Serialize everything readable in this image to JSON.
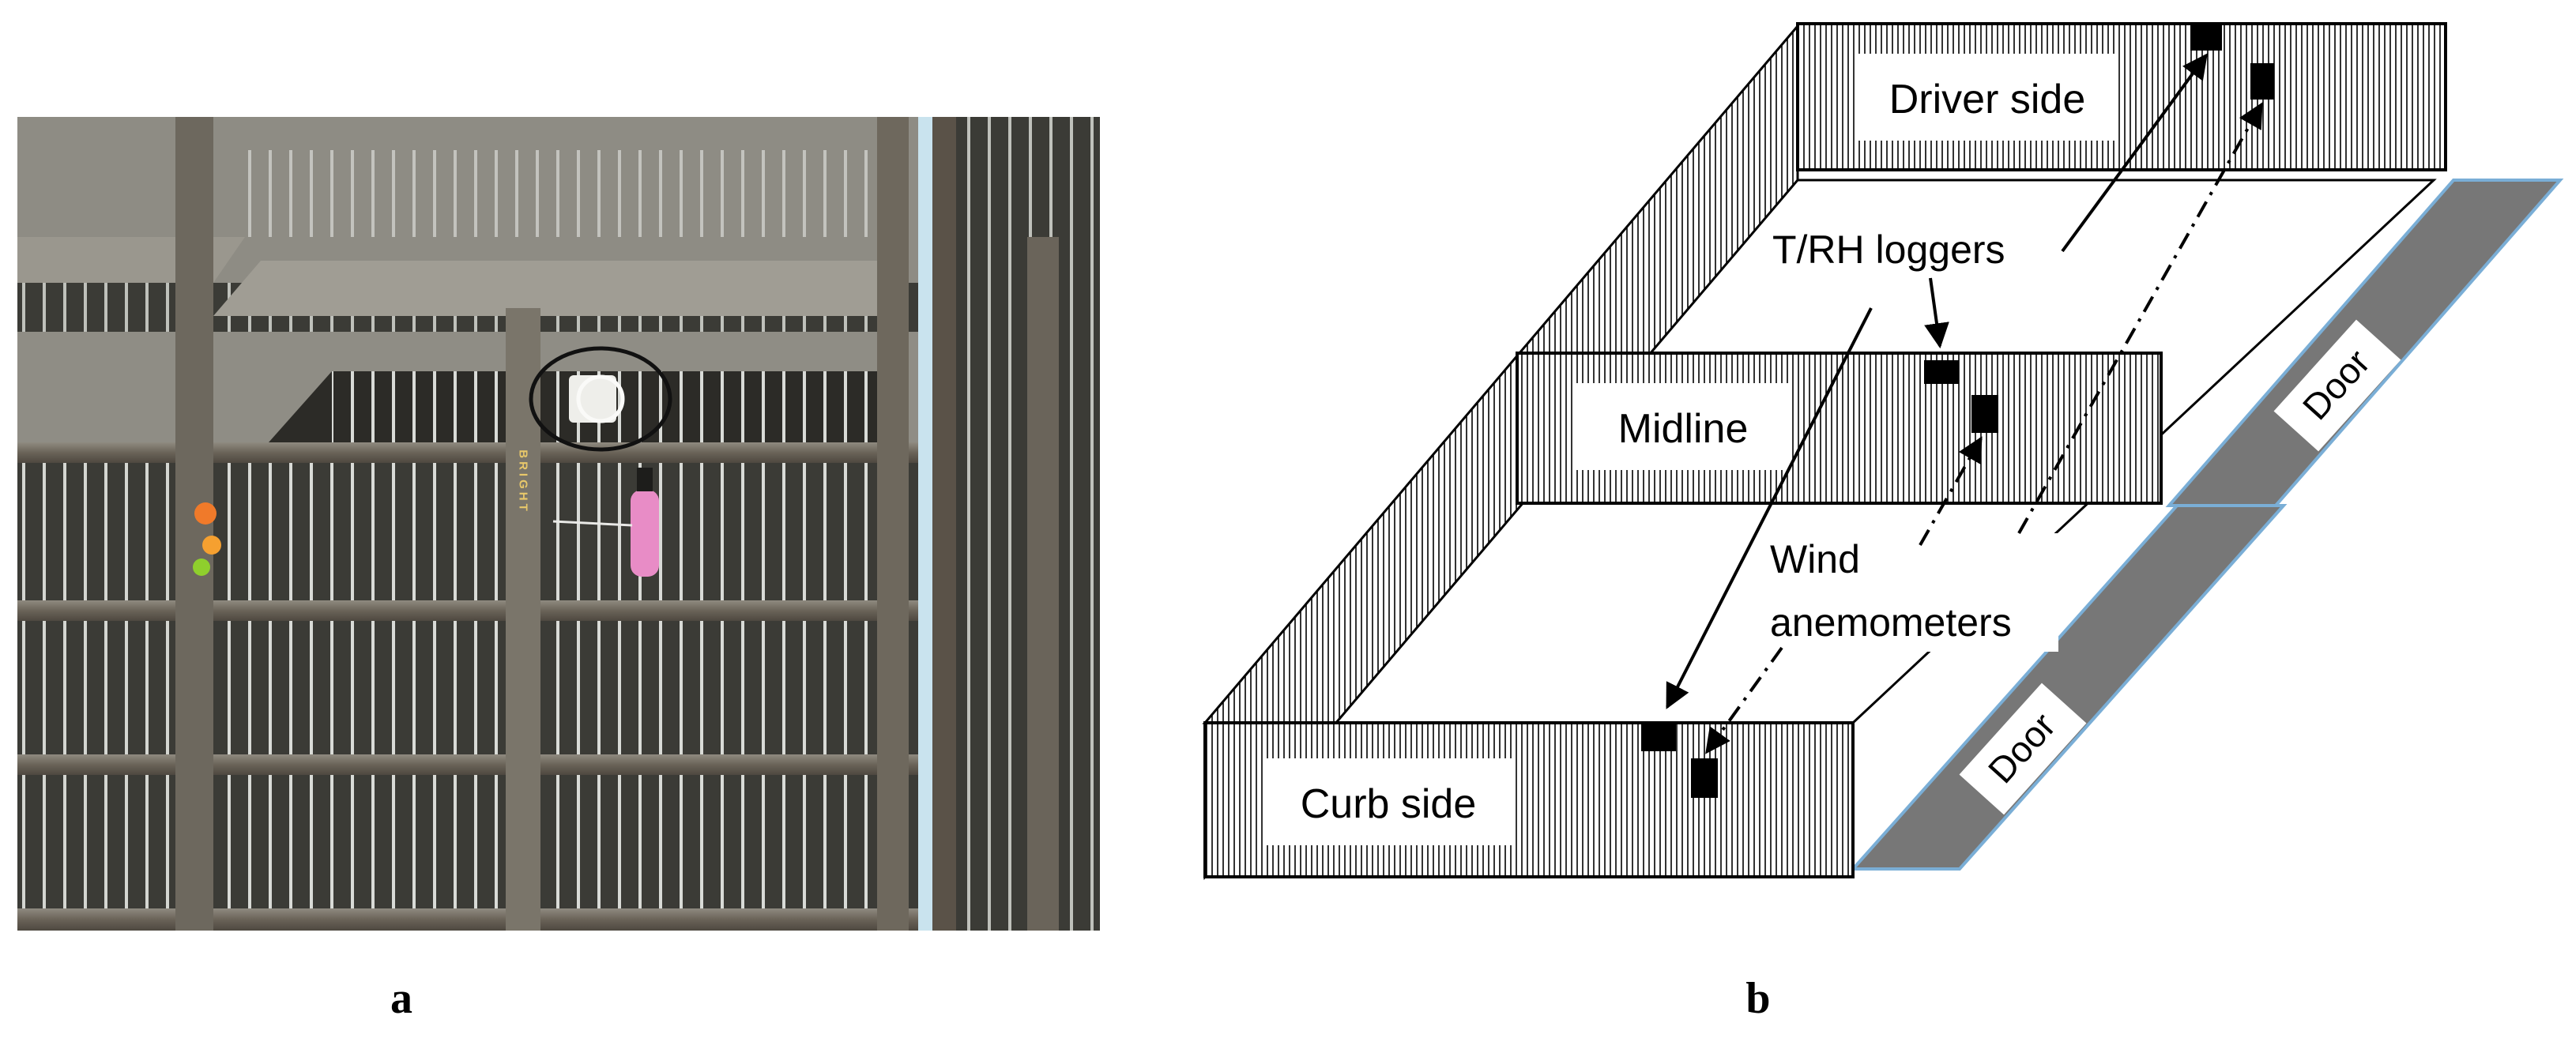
{
  "panels": {
    "a": {
      "caption": "a"
    },
    "b": {
      "caption": "b"
    }
  },
  "photo": {
    "stencil_text": "BRIGHT"
  },
  "diagram": {
    "compartments": {
      "driver": "Driver side",
      "midline": "Midline",
      "curb": "Curb side"
    },
    "doors": [
      "Door",
      "Door"
    ],
    "callouts": {
      "loggers": "T/RH loggers",
      "wind_line1": "Wind",
      "wind_line2": "anemometers"
    }
  },
  "colors": {
    "door_gray": "#777777",
    "door_edge": "#7aaed6",
    "hatch": "#000000"
  }
}
